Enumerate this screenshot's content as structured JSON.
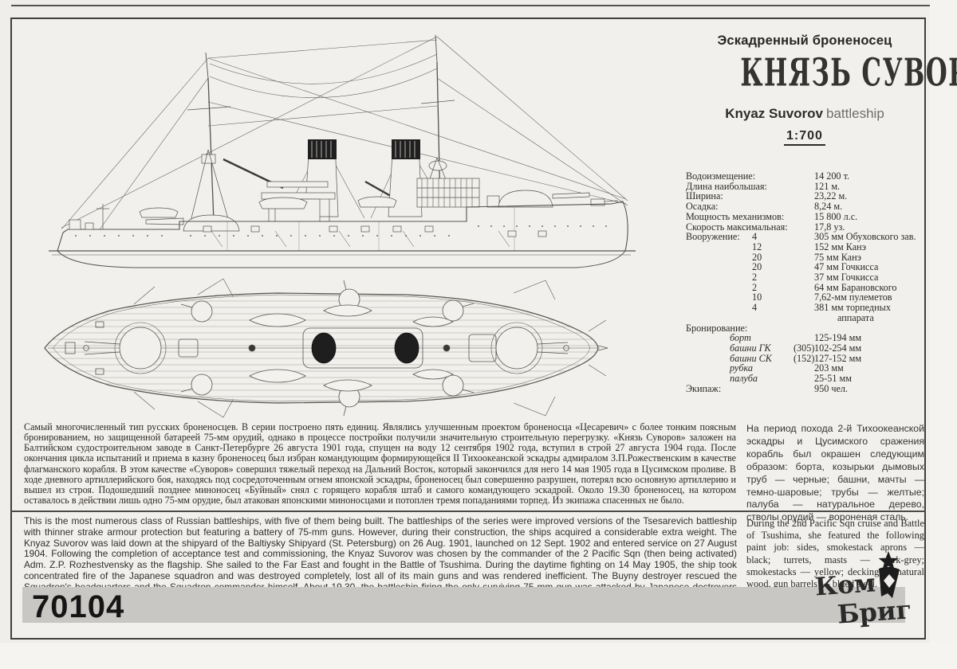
{
  "header": {
    "type_label": "Эскадренный броненосец",
    "title_decorative": "КНЯЗЬ СУВОРОВЪ",
    "subtitle_bold": "Knyaz Suvorov",
    "subtitle_rest": "battleship",
    "scale": "1:700"
  },
  "specs": {
    "rows": [
      {
        "label": "Водоизмещение:",
        "value": "14 200 т."
      },
      {
        "label": "Длина наибольшая:",
        "value": "121 м."
      },
      {
        "label": "Ширина:",
        "value": "23,22 м."
      },
      {
        "label": "Осадка:",
        "value": "8,24 м."
      },
      {
        "label": "Мощность механизмов:",
        "value": "15 800 л.с."
      },
      {
        "label": "Скорость максимальная:",
        "value": "17,8 уз."
      }
    ],
    "armament": {
      "label": "Вооружение:",
      "rows": [
        {
          "qty": "4",
          "desc": "305 мм Обуховского зав."
        },
        {
          "qty": "12",
          "desc": "152 мм Канэ"
        },
        {
          "qty": "20",
          "desc": "75 мм Канэ"
        },
        {
          "qty": "20",
          "desc": "47 мм Гочкисса"
        },
        {
          "qty": "2",
          "desc": "37 мм Гочкисса"
        },
        {
          "qty": "2",
          "desc": "64 мм Барановского"
        },
        {
          "qty": "10",
          "desc": "7,62-мм пулеметов"
        },
        {
          "qty": "4",
          "desc": "381 мм торпедных"
        }
      ],
      "desc_cont": "аппарата"
    },
    "armor": {
      "label": "Бронирование:",
      "rows": [
        {
          "name": "борт",
          "note": "",
          "value": "125-194 мм"
        },
        {
          "name": "башни ГК",
          "note": "(305)",
          "value": "102-254 мм"
        },
        {
          "name": "башни СК",
          "note": "(152)",
          "value": "127-152 мм"
        },
        {
          "name": "рубка",
          "note": "",
          "value": "203 мм"
        },
        {
          "name": "палуба",
          "note": "",
          "value": "25-51 мм"
        }
      ]
    },
    "crew": {
      "label": "Экипаж:",
      "value": "950 чел."
    }
  },
  "history_ru": "Самый многочисленный тип русских броненосцев. В серии построено пять единиц. Являлись улучшенным проектом броненосца «Цесаревич» с более тонким поясным бронированием, но защищенной батареей 75-мм орудий, однако в процессе постройки получили значительную строительную перегрузку. «Князь Суворов» заложен на Балтийском судостроительном заводе в Санкт-Петербурге 26 августа 1901 года, спущен на воду 12 сентября 1902 года, вступил в строй 27 августа 1904 года. После окончания цикла испытаний и приема в казну броненосец был избран командующим формирующейся II Тихоокеанской эскадры адмиралом З.П.Рожественским в качестве флагманского корабля. В этом качестве «Суворов» совершил тяжелый переход на Дальний Восток, который закончился для него 14 мая 1905 года в Цусимском проливе. В ходе дневного артиллерийского боя, находясь под сосредоточенным огнем японской эскадры, броненосец был совершенно разрушен, потерял всю основную артиллерию и вышел из строя. Подошедший позднее миноносец «Буйный» снял с горящего корабля штаб и самого командующего эскадрой. Около 19.30 броненосец, на котором оставалось в действии лишь одно 75-мм орудие, был атакован японскими миноносцами и потоплен тремя попаданиями торпед. Из экипажа спасенных не было.",
  "paint_ru": "На период похода 2-й Тихоокеанской эскадры и Цусимского сражения корабль был окрашен следующим образом: борта, козырьки дымовых труб — черные; башни, мачты — темно-шаровые; трубы — желтые; палуба — натуральное дерево, стволы орудий — вороненая сталь.",
  "history_en": "This is the most numerous class of Russian battleships, with five of them being built. The battleships of the series were improved versions of the Tsesarevich battleship with thinner strake armour protection but featuring a battery of 75-mm guns. However, during their construction, the ships acquired a considerable extra weight. The Knyaz Suvorov was laid down at the shipyard of the Baltiysky Shipyard (St. Petersburg) on 26 Aug. 1901, launched on 12 Sept. 1902 and entered service on 27 August 1904. Following the completion of acceptance test and commissioning, the Knyaz Suvorov was chosen by the commander of the 2 Pacific Sqn (then being activated) Adm. Z.P. Rozhestvensky as the flagship. She sailed to the Far East and fought in the Battle of Tsushima. During the daytime fighting on 14 May 1905, the ship took concentrated fire of the Japanese squadron and was destroyed completely, lost all of its main guns and was rendered inefficient. The Buyny destroyer rescued the Squadron's headquarters and the Squadron commander himself. About 19.30, the battleship firing the only surviving 75-mm gun was attacked by Japanese destroyers and sunk by three torpedoes. There were no survivors.",
  "paint_en": "During the 2nd Pacific Sqn cruise and Battle of Tsushima, she featured the following paint job: sides, smokestack aprons — black; turrets, masts — dark-grey; smokestacks — yellow; decking — natural wood, gun barrels — blued steel.",
  "footer": {
    "catalog_number": "70104",
    "brand_line1": "Ком",
    "brand_line2": "Бриг"
  },
  "colors": {
    "paper": "#f2f0ec",
    "frame": "#413f3c",
    "bar": "#c9c7c3",
    "ink": "#2e2c29"
  }
}
